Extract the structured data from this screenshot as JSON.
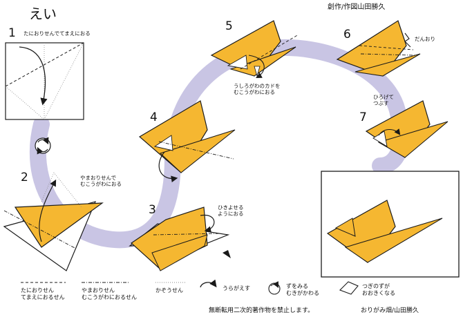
{
  "title": "えい",
  "credit_top": "創作/作図山田勝久",
  "steps": [
    {
      "number": "1",
      "note": "たにおりせんでてまえにおる"
    },
    {
      "number": "2",
      "note": "やまおりせんで\nむこうがわにおる"
    },
    {
      "number": "3",
      "note": "ひきよせる\nようにおる"
    },
    {
      "number": "4",
      "note": ""
    },
    {
      "number": "5",
      "note": "うしろがわのカドを\nむこうがわにおる"
    },
    {
      "number": "6",
      "note": "だんおり"
    },
    {
      "number": "7",
      "note": "ひろげて\nつぶす"
    }
  ],
  "legend": {
    "valley": "たにおりせん\nてまえにおるせん",
    "mountain": "やまおりせん\nむこうがわにおるせん",
    "crease": "かぞうせん",
    "turn_over": "うらがえす",
    "rotate": "ずをみる\nむきがかわる",
    "zoom": "つぎのずが\nおおきくなる"
  },
  "footer": {
    "notice": "無断転用二次的著作物を禁止します。",
    "credit": "おりがみ畑/山田勝久"
  },
  "colors": {
    "paper": "#f5b731",
    "back": "#ffffff",
    "path": "#c9c5e4",
    "line": "#1a1a1a"
  }
}
